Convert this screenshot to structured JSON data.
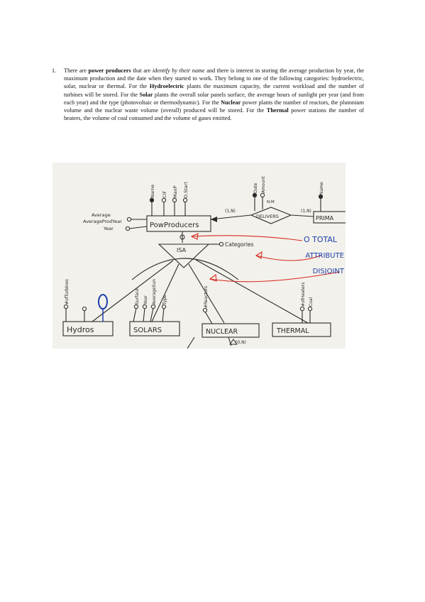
{
  "paragraph": {
    "number": "1.",
    "t1": "There are ",
    "b1": "power producers",
    "t2": " that are ",
    "i1": "identify by their name",
    "t3": " and there is interest in storing the average production by year, the maximum production and the date when they started to work. They belong to one of the following categories: hydroelectric, solar, nuclear or thermal. For the ",
    "b2": "Hydroelectric",
    "t4": " plants the maximum capacity, the current workload and the number of turbines will be stored. For the ",
    "b3": "Solar",
    "t5": " plants the overall solar panels surface, the average hours of sunlight per year (and from each year) and the type (photovoltaic or thermodynamic). For the ",
    "b4": "Nuclear",
    "t6": " power plants the number of reactors, the plutonium volume and the nuclear waste volume (overall) produced will be stored. For the ",
    "b5": "Thermal",
    "t7": " power stations the number of heaters, the volume of coal consumed and the volume of gases emitted."
  },
  "diagram": {
    "entities": {
      "power_producers": "PowProducers",
      "hydros": "Hydros",
      "solars": "SOLARS",
      "nuclear": "NUCLEAR",
      "thermal": "THERMAL",
      "primary": "PRIMA"
    },
    "relationship": "DELIVERS",
    "isa": "ISA",
    "attributes": {
      "name": "Name",
      "cif": "CIF",
      "max_p": "MaxP",
      "dstart": "D.Start",
      "average": "Average",
      "avg_prod_year": "AverageProdYear",
      "year": "Year",
      "date": "Date",
      "amount": "Amount",
      "name2": "Name",
      "categories": "Categories",
      "num_turbines": "#ofTurbines",
      "surface": "Surface",
      "year2": "Year",
      "avg_sun": "AverageSun",
      "type": "Type",
      "reactors": "#Reactors",
      "heaters": "#ofHeaters",
      "coal": "Coal"
    },
    "cardinalities": {
      "c1": "(1,N)",
      "c2": "(1,N)",
      "c3": "N:M",
      "c4": "(0,N)"
    },
    "annotations": {
      "total": "O TOTAL",
      "attribute": "ATTRIBUTE",
      "disjoint": "DISJOINT"
    },
    "colors": {
      "ink": "#2a2a2a",
      "red": "#d62b1e",
      "blue": "#1e3fa8",
      "paper": "#f3f1ec"
    }
  }
}
